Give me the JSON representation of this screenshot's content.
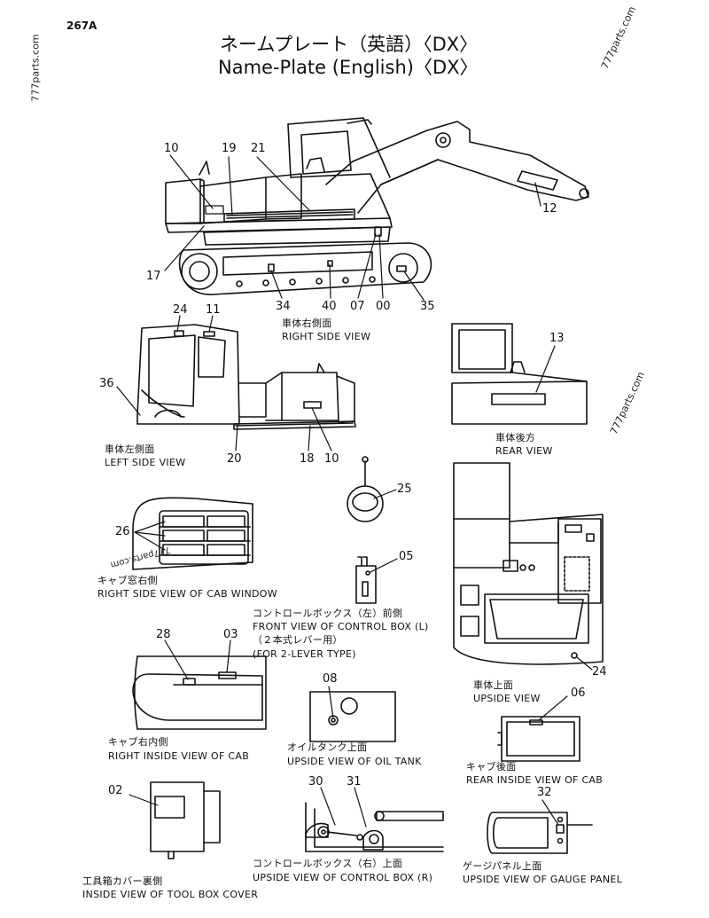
{
  "header": {
    "page_code": "267A",
    "title_jp": "ネームプレート（英語）〈DX〉",
    "title_en": "Name-Plate (English)〈DX〉"
  },
  "watermarks": {
    "left": "777parts.com",
    "right_top": "777parts.com",
    "right_mid": "777parts.com",
    "cab_window": "777parts.com"
  },
  "views": {
    "right_side": {
      "jp": "車体右側面",
      "en": "RIGHT SIDE VIEW"
    },
    "left_side": {
      "jp": "車体左側面",
      "en": "LEFT SIDE VIEW"
    },
    "rear": {
      "jp": "車体後方",
      "en": "REAR VIEW"
    },
    "cab_window": {
      "jp": "キャブ窓右側",
      "en": "RIGHT SIDE VIEW OF CAB WINDOW"
    },
    "control_box_l": {
      "jp": "コントロールボックス（左）前側",
      "en": "FRONT VIEW OF CONTROL BOX (L)",
      "jp2": "（２本式レバー用）",
      "en2": "(FOR 2-LEVER TYPE)"
    },
    "upside": {
      "jp": "車体上面",
      "en": "UPSIDE VIEW"
    },
    "cab_inside": {
      "jp": "キャブ右内側",
      "en": "RIGHT INSIDE VIEW OF CAB"
    },
    "oil_tank": {
      "jp": "オイルタンク上面",
      "en": "UPSIDE VIEW OF OIL TANK"
    },
    "cab_rear": {
      "jp": "キャブ後面",
      "en": "REAR INSIDE VIEW OF CAB"
    },
    "tool_box": {
      "jp": "工具箱カバー裏側",
      "en": "INSIDE VIEW OF TOOL BOX COVER"
    },
    "control_box_r": {
      "jp": "コントロールボックス（右）上面",
      "en": "UPSIDE VIEW OF CONTROL BOX (R)"
    },
    "gauge_panel": {
      "jp": "ゲージパネル上面",
      "en": "UPSIDE VIEW OF GAUGE PANEL"
    }
  },
  "callouts": {
    "n10a": "10",
    "n19": "19",
    "n21": "21",
    "n12": "12",
    "n17": "17",
    "n34": "34",
    "n40": "40",
    "n07": "07",
    "n00": "00",
    "n35": "35",
    "n24a": "24",
    "n11": "11",
    "n13": "13",
    "n36": "36",
    "n20": "20",
    "n18": "18",
    "n10b": "10",
    "n25": "25",
    "n26": "26",
    "n05": "05",
    "n28": "28",
    "n03": "03",
    "n24b": "24",
    "n08": "08",
    "n06": "06",
    "n02": "02",
    "n30": "30",
    "n31": "31",
    "n32": "32"
  }
}
